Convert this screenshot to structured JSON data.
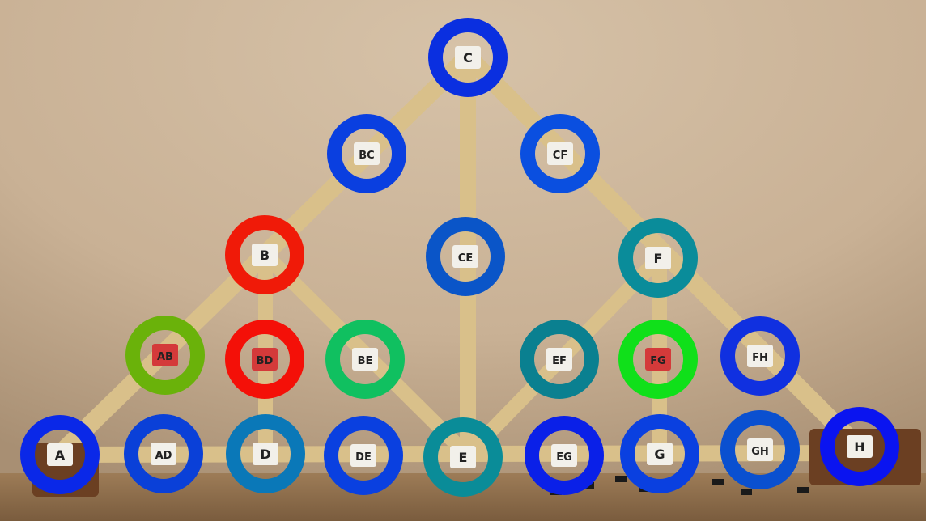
{
  "nodes": [
    {
      "id": "C",
      "label": "C",
      "color": "#0a2fe0"
    },
    {
      "id": "BC",
      "label": "BC",
      "color": "#0a3fe0"
    },
    {
      "id": "CF",
      "label": "CF",
      "color": "#0a4fe0"
    },
    {
      "id": "CE",
      "label": "CE",
      "color": "#0a55c8"
    },
    {
      "id": "B",
      "label": "B",
      "color": "#f01a08"
    },
    {
      "id": "F",
      "label": "F",
      "color": "#0a8c9a"
    },
    {
      "id": "AB",
      "label": "AB",
      "color": "#6ab20a"
    },
    {
      "id": "BD",
      "label": "BD",
      "color": "#f41008"
    },
    {
      "id": "BE",
      "label": "BE",
      "color": "#10c060"
    },
    {
      "id": "EF",
      "label": "EF",
      "color": "#0a8090"
    },
    {
      "id": "FG",
      "label": "FG",
      "color": "#10e01a"
    },
    {
      "id": "FH",
      "label": "FH",
      "color": "#1030e0"
    },
    {
      "id": "A",
      "label": "A",
      "color": "#0a28e8"
    },
    {
      "id": "AD",
      "label": "AD",
      "color": "#0a40d8"
    },
    {
      "id": "D",
      "label": "D",
      "color": "#0a78b8"
    },
    {
      "id": "DE",
      "label": "DE",
      "color": "#0a40e0"
    },
    {
      "id": "E",
      "label": "E",
      "color": "#0a8c98"
    },
    {
      "id": "EG",
      "label": "EG",
      "color": "#0a20e8"
    },
    {
      "id": "G",
      "label": "G",
      "color": "#0a40e0"
    },
    {
      "id": "GH",
      "label": "GH",
      "color": "#0a50d0"
    },
    {
      "id": "H",
      "label": "H",
      "color": "#0a14f0"
    }
  ]
}
